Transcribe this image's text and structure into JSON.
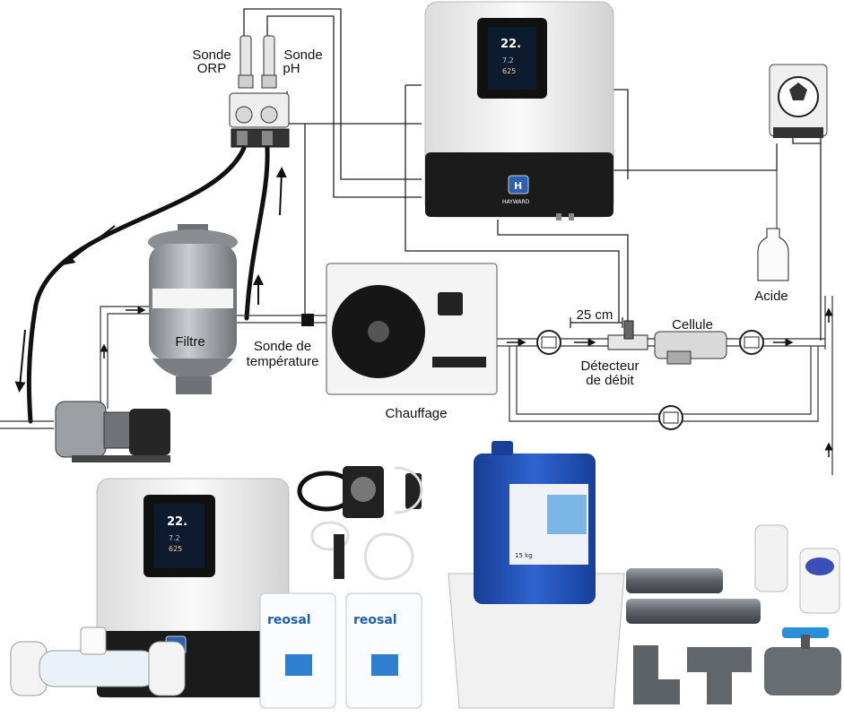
{
  "labels": {
    "sonde_orp_line1": "Sonde",
    "sonde_orp_line2": "ORP",
    "sonde_ph_line1": "Sonde",
    "sonde_ph_line2": "pH",
    "filtre": "Filtre",
    "sonde_temp_line1": "Sonde de",
    "sonde_temp_line2": "température",
    "chauffage": "Chauffage",
    "distance": "25 cm",
    "cellule": "Cellule",
    "detecteur_line1": "Détecteur",
    "detecteur_line2": "de débit",
    "acide": "Acide"
  },
  "brand": {
    "name": "HAYWARD",
    "logo_letter": "H",
    "salt_brand": "reosal",
    "drum_label": "15 kg"
  },
  "screen": {
    "temp": "22.",
    "ph": "7.2",
    "orp": "625"
  },
  "colors": {
    "pipe": "#222222",
    "controller_body": "#f2f2f2",
    "controller_base": "#1b1b1b",
    "drum_blue": "#1f4fb8",
    "pvc_grey": "#6c7075",
    "valve_blue": "#2a8fd6"
  }
}
